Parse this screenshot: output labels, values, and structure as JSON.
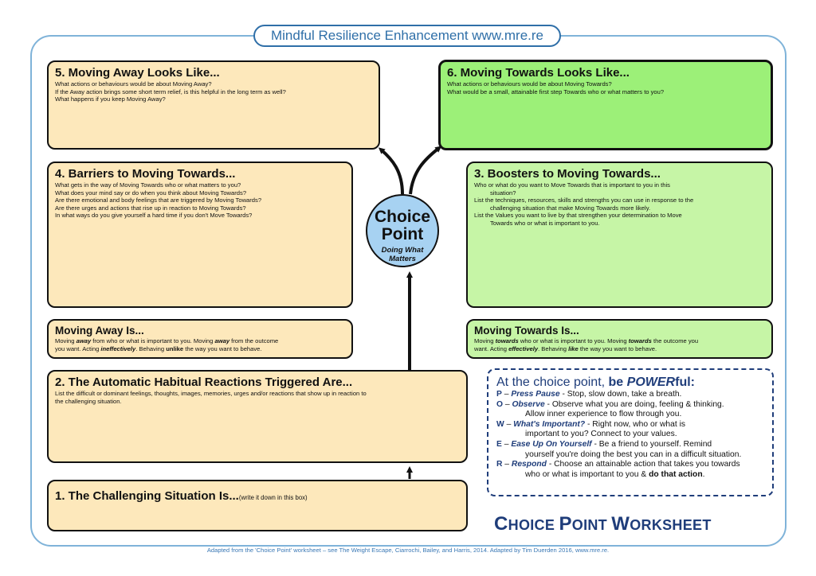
{
  "header": {
    "title": "Mindful Resilience Enhancement www.mre.re"
  },
  "box5": {
    "title": "5. Moving Away Looks Like...",
    "lines": [
      "What actions or behaviours would be about Moving Away?",
      "If the Away action brings some short term relief, is this helpful in the long term as well?",
      "What happens if you keep Moving Away?"
    ]
  },
  "box6": {
    "title": "6. Moving Towards Looks Like...",
    "lines": [
      "What actions or behaviours would be about Moving Towards?",
      "What would be a small, attainable first step Towards who or what matters to you?"
    ]
  },
  "box4": {
    "title": "4. Barriers to Moving Towards...",
    "lines": [
      "What gets in the way of Moving Towards who or what matters to you?",
      "What does your mind say or do when you think about Moving Towards?",
      "Are there emotional and body feelings that are triggered by Moving Towards?",
      "Are there urges and actions that rise up in reaction to Moving Towards?",
      "In what ways do you give yourself a hard time if you don't Move Towards?"
    ]
  },
  "box3": {
    "title": "3. Boosters to Moving Towards...",
    "lines": [
      "Who or what do you want to Move Towards that is important to you in this",
      "situation?",
      "List the techniques, resources, skills and strengths you can use in response to the",
      "challenging situation that make Moving Towards more likely.",
      "List the Values you want to live by that strengthen your determination to Move",
      "Towards who or what is important to you."
    ]
  },
  "choice_point": {
    "title_line1": "Choice",
    "title_line2": "Point",
    "sub_line1": "Doing What",
    "sub_line2": "Matters"
  },
  "away_is": {
    "title": "Moving Away Is...",
    "l1_a": "Moving ",
    "l1_b": "away",
    "l1_c": " from who or what is important to you. Moving ",
    "l1_d": "away",
    "l1_e": " from the outcome",
    "l2_a": "you want. Acting ",
    "l2_b": "ineffectively",
    "l2_c": ". Behaving ",
    "l2_d": "unlike",
    "l2_e": " the way you want to behave."
  },
  "towards_is": {
    "title": "Moving Towards Is...",
    "l1_a": "Moving ",
    "l1_b": "towards",
    "l1_c": " who or what is important to you. Moving ",
    "l1_d": "towards",
    "l1_e": " the outcome you",
    "l2_a": "want. Acting ",
    "l2_b": "effectively",
    "l2_c": ". Behaving ",
    "l2_d": "like",
    "l2_e": " the way you want to behave."
  },
  "box2": {
    "title": "2. The Automatic Habitual Reactions Triggered Are...",
    "lines": [
      "List the difficult or dominant feelings, thoughts, images, memories, urges and/or reactions that show up in reaction to",
      "the challenging situation."
    ]
  },
  "box1": {
    "title": "1. The Challenging Situation Is...",
    "note": "(write it down in this box)"
  },
  "powerful": {
    "title_a": "At the choice point, ",
    "title_b": "be ",
    "title_c": "POWER",
    "title_d": "ful:",
    "items": [
      {
        "letter": "P",
        "dash": " – ",
        "key": "Press Pause",
        "text": " - Stop, slow down, take a breath."
      },
      {
        "letter": "O",
        "dash": " – ",
        "key": "Observe",
        "text": " - Observe what you are doing, feeling & thinking."
      },
      {
        "cont": "Allow inner experience to flow through you."
      },
      {
        "letter": "W",
        "dash": " – ",
        "key": "What's Important?",
        "text": " - Right now, who or what is"
      },
      {
        "cont": "important to you? Connect to your values."
      },
      {
        "letter": "E",
        "dash": " – ",
        "key": "Ease Up On Yourself",
        "text": " - Be a friend to yourself. Remind"
      },
      {
        "cont": "yourself you're doing the best you can in a difficult situation."
      },
      {
        "letter": "R",
        "dash": " – ",
        "key": "Respond",
        "text": " - Choose an attainable action that takes you towards"
      },
      {
        "cont": "who or what is important to you & ",
        "bold": "do that action",
        "end": "."
      }
    ]
  },
  "worksheet_title": {
    "c1": "C",
    "r1": "HOICE ",
    "c2": "P",
    "r2": "OINT ",
    "c3": "W",
    "r3": "ORKSHEET"
  },
  "footer": {
    "text": "Adapted from the 'Choice Point' worksheet – see The Weight Escape, Ciarrochi, Bailey, and Harris, 2014. Adapted by Tim Duerden 2016, www.mre.re."
  },
  "colors": {
    "frame": "#7fb3d9",
    "orange": "#fde8bb",
    "green": "#c6f5a6",
    "green_strong": "#9cf078",
    "circle": "#a7d2f2",
    "navy": "#1f3d7a"
  }
}
